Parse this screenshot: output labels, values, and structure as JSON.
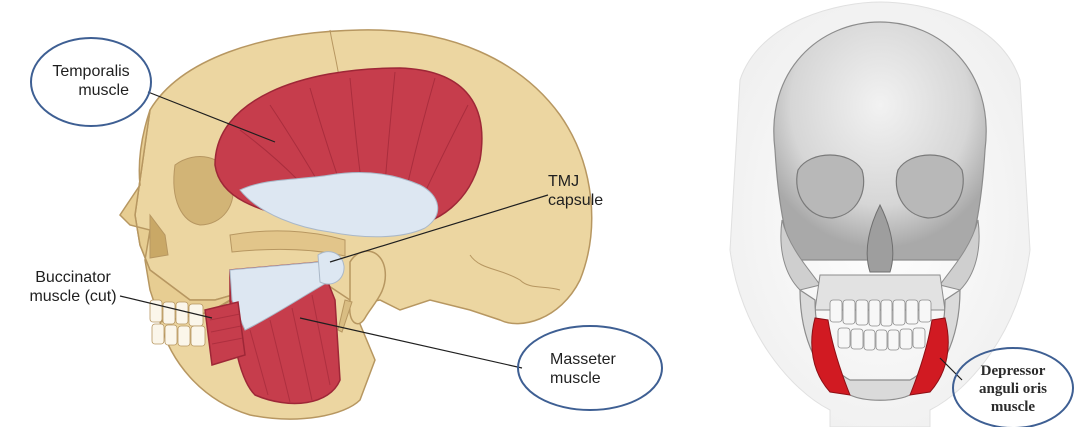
{
  "left_figure": {
    "labels": {
      "temporalis": "Temporalis muscle",
      "temporalis_line1": "Temporalis",
      "temporalis_line2": "muscle",
      "tmj_line1": "TMJ",
      "tmj_line2": "capsule",
      "buccinator_line1": "Buccinator",
      "buccinator_line2": "muscle (cut)",
      "masseter_line1": "Masseter",
      "masseter_line2": "muscle"
    },
    "colors": {
      "bone": "#ecd6a1",
      "bone_shade": "#d2b476",
      "muscle": "#c63d4c",
      "muscle_dark": "#9e2737",
      "tendon": "#dde7f2",
      "highlight_oval": "#3e5f93"
    }
  },
  "right_figure": {
    "labels": {
      "depressor_line1": "Depressor",
      "depressor_line2": "anguli oris",
      "depressor_line3": "muscle"
    },
    "colors": {
      "skull": "#e3e3e3",
      "skull_shade": "#a9a9a9",
      "muscle": "#d11a22",
      "highlight_oval": "#3e5f93"
    }
  }
}
